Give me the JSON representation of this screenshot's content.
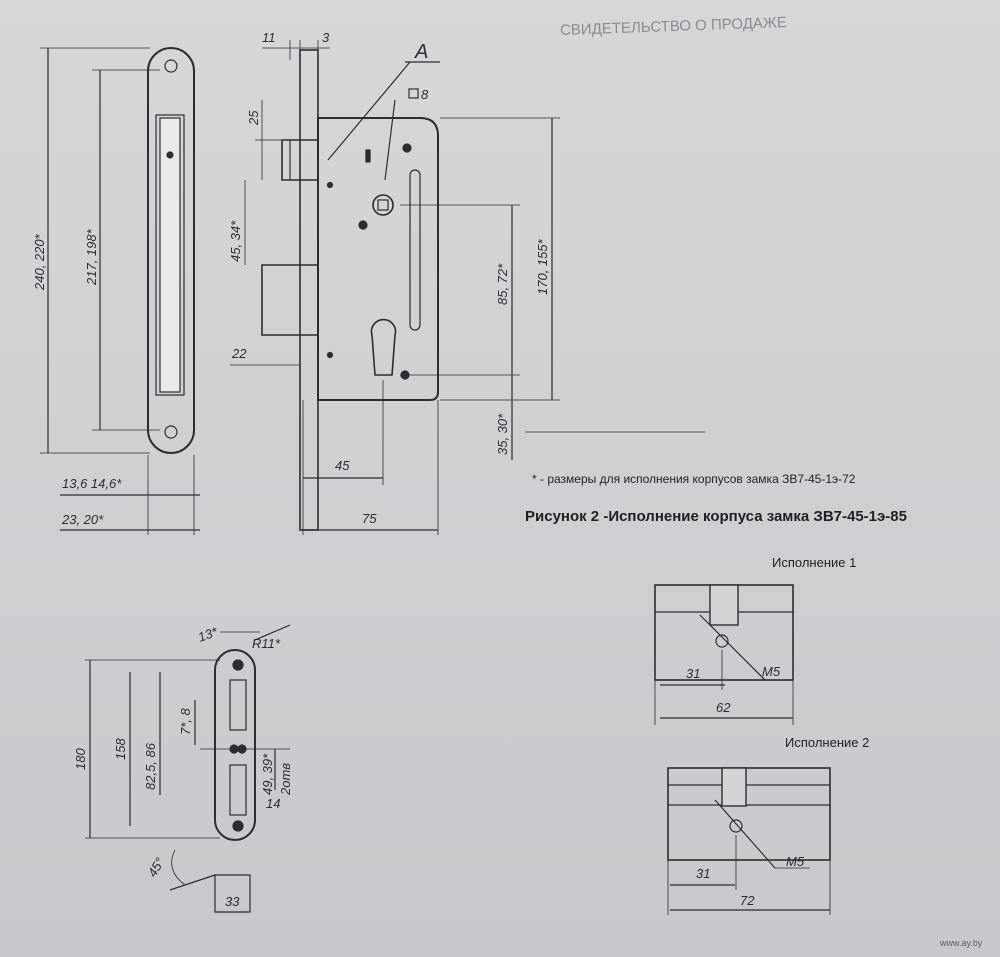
{
  "notes": {
    "asterisk_note": "* - размеры для исполнения корпусов замка ЗВ7-45-1э-72",
    "figure_title": "Рисунок 2 -Исполнение корпуса замка ЗВ7-45-1э-85",
    "variant_1": "Исполнение 1",
    "variant_2": "Исполнение 2",
    "watermark": "www.ay.by",
    "ghost_heading": "СВИДЕТЕЛЬСТВО О ПРОДАЖЕ"
  },
  "dims_main": {
    "d11": "11",
    "d3": "3",
    "label_a": "A",
    "sq8": "8",
    "d25": "25",
    "d240": "240, 220*",
    "d217": "217, 198*",
    "d4534": "45, 34*",
    "d22": "22",
    "d8572": "85, 72*",
    "d170": "170, 155*",
    "d3530": "35, 30*",
    "d45": "45",
    "d75": "75",
    "d136": "13,6  14,6*",
    "d2320": "23, 20*"
  },
  "dims_strike": {
    "d13": "13*",
    "r11": "R11*",
    "d180": "180",
    "d158": "158",
    "d8255": "82,5, 86",
    "d78": "7*, 8",
    "d4939": "49, 39*",
    "d2otv": "2отв",
    "d14": "14",
    "d45deg": "45°",
    "d33": "33"
  },
  "dims_cyl1": {
    "d31": "31",
    "m5": "M5",
    "d62": "62"
  },
  "dims_cyl2": {
    "d31": "31",
    "m5": "M5",
    "d72": "72"
  }
}
